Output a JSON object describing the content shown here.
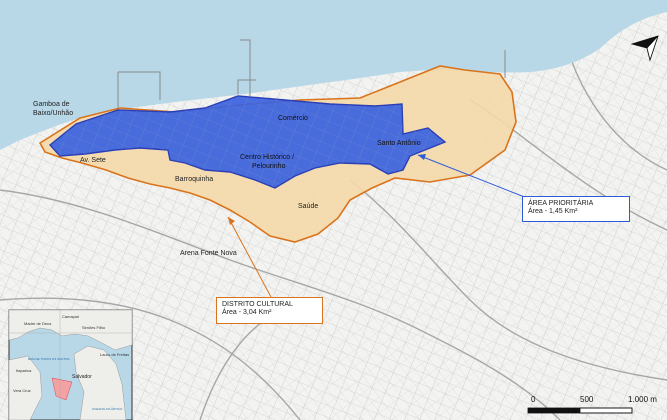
{
  "map": {
    "labels": {
      "gamboa": [
        "Gamboa de",
        "Baixo/Unhão"
      ],
      "comercio": "Comércio",
      "santo_antonio": "Santo Antônio",
      "centro": [
        "Centro Histórico /",
        "Pelourinho"
      ],
      "av_sete": "Av. Sete",
      "barroquinha": "Barroquinha",
      "saude": "Saúde",
      "arena": "Arena Fonte Nova"
    },
    "callouts": {
      "prioritaria": {
        "title": "ÁREA PRIORITÁRIA",
        "area": "Área - 1,45 Km²"
      },
      "distrito": {
        "title": "DISTRITO CULTURAL",
        "area": "Área - 3,04 Km²"
      }
    },
    "scale": {
      "ticks": [
        "0",
        "500",
        "1.000 m"
      ]
    },
    "inset_labels": [
      "Camaçari",
      "Simões Filho",
      "Madre de Deus",
      "Lauro de Freitas",
      "Salvador",
      "Itaparica",
      "Vera Cruz",
      "OCEANO ATLÂNTICO",
      "BAÍA DE TODOS OS SANTOS"
    ],
    "colors": {
      "water": "#b8d8e8",
      "land": "#f3f3f1",
      "streets": "#b9b9b9",
      "cultural_fill": "#f4d9a8",
      "cultural_border": "#d9741c",
      "priority_fill": "#3a62e0",
      "priority_border": "#2a3fb5",
      "callout_line_blue": "#2d5ad6",
      "callout_line_orange": "#d9741c"
    },
    "icons": [
      "north-arrow-icon"
    ]
  }
}
